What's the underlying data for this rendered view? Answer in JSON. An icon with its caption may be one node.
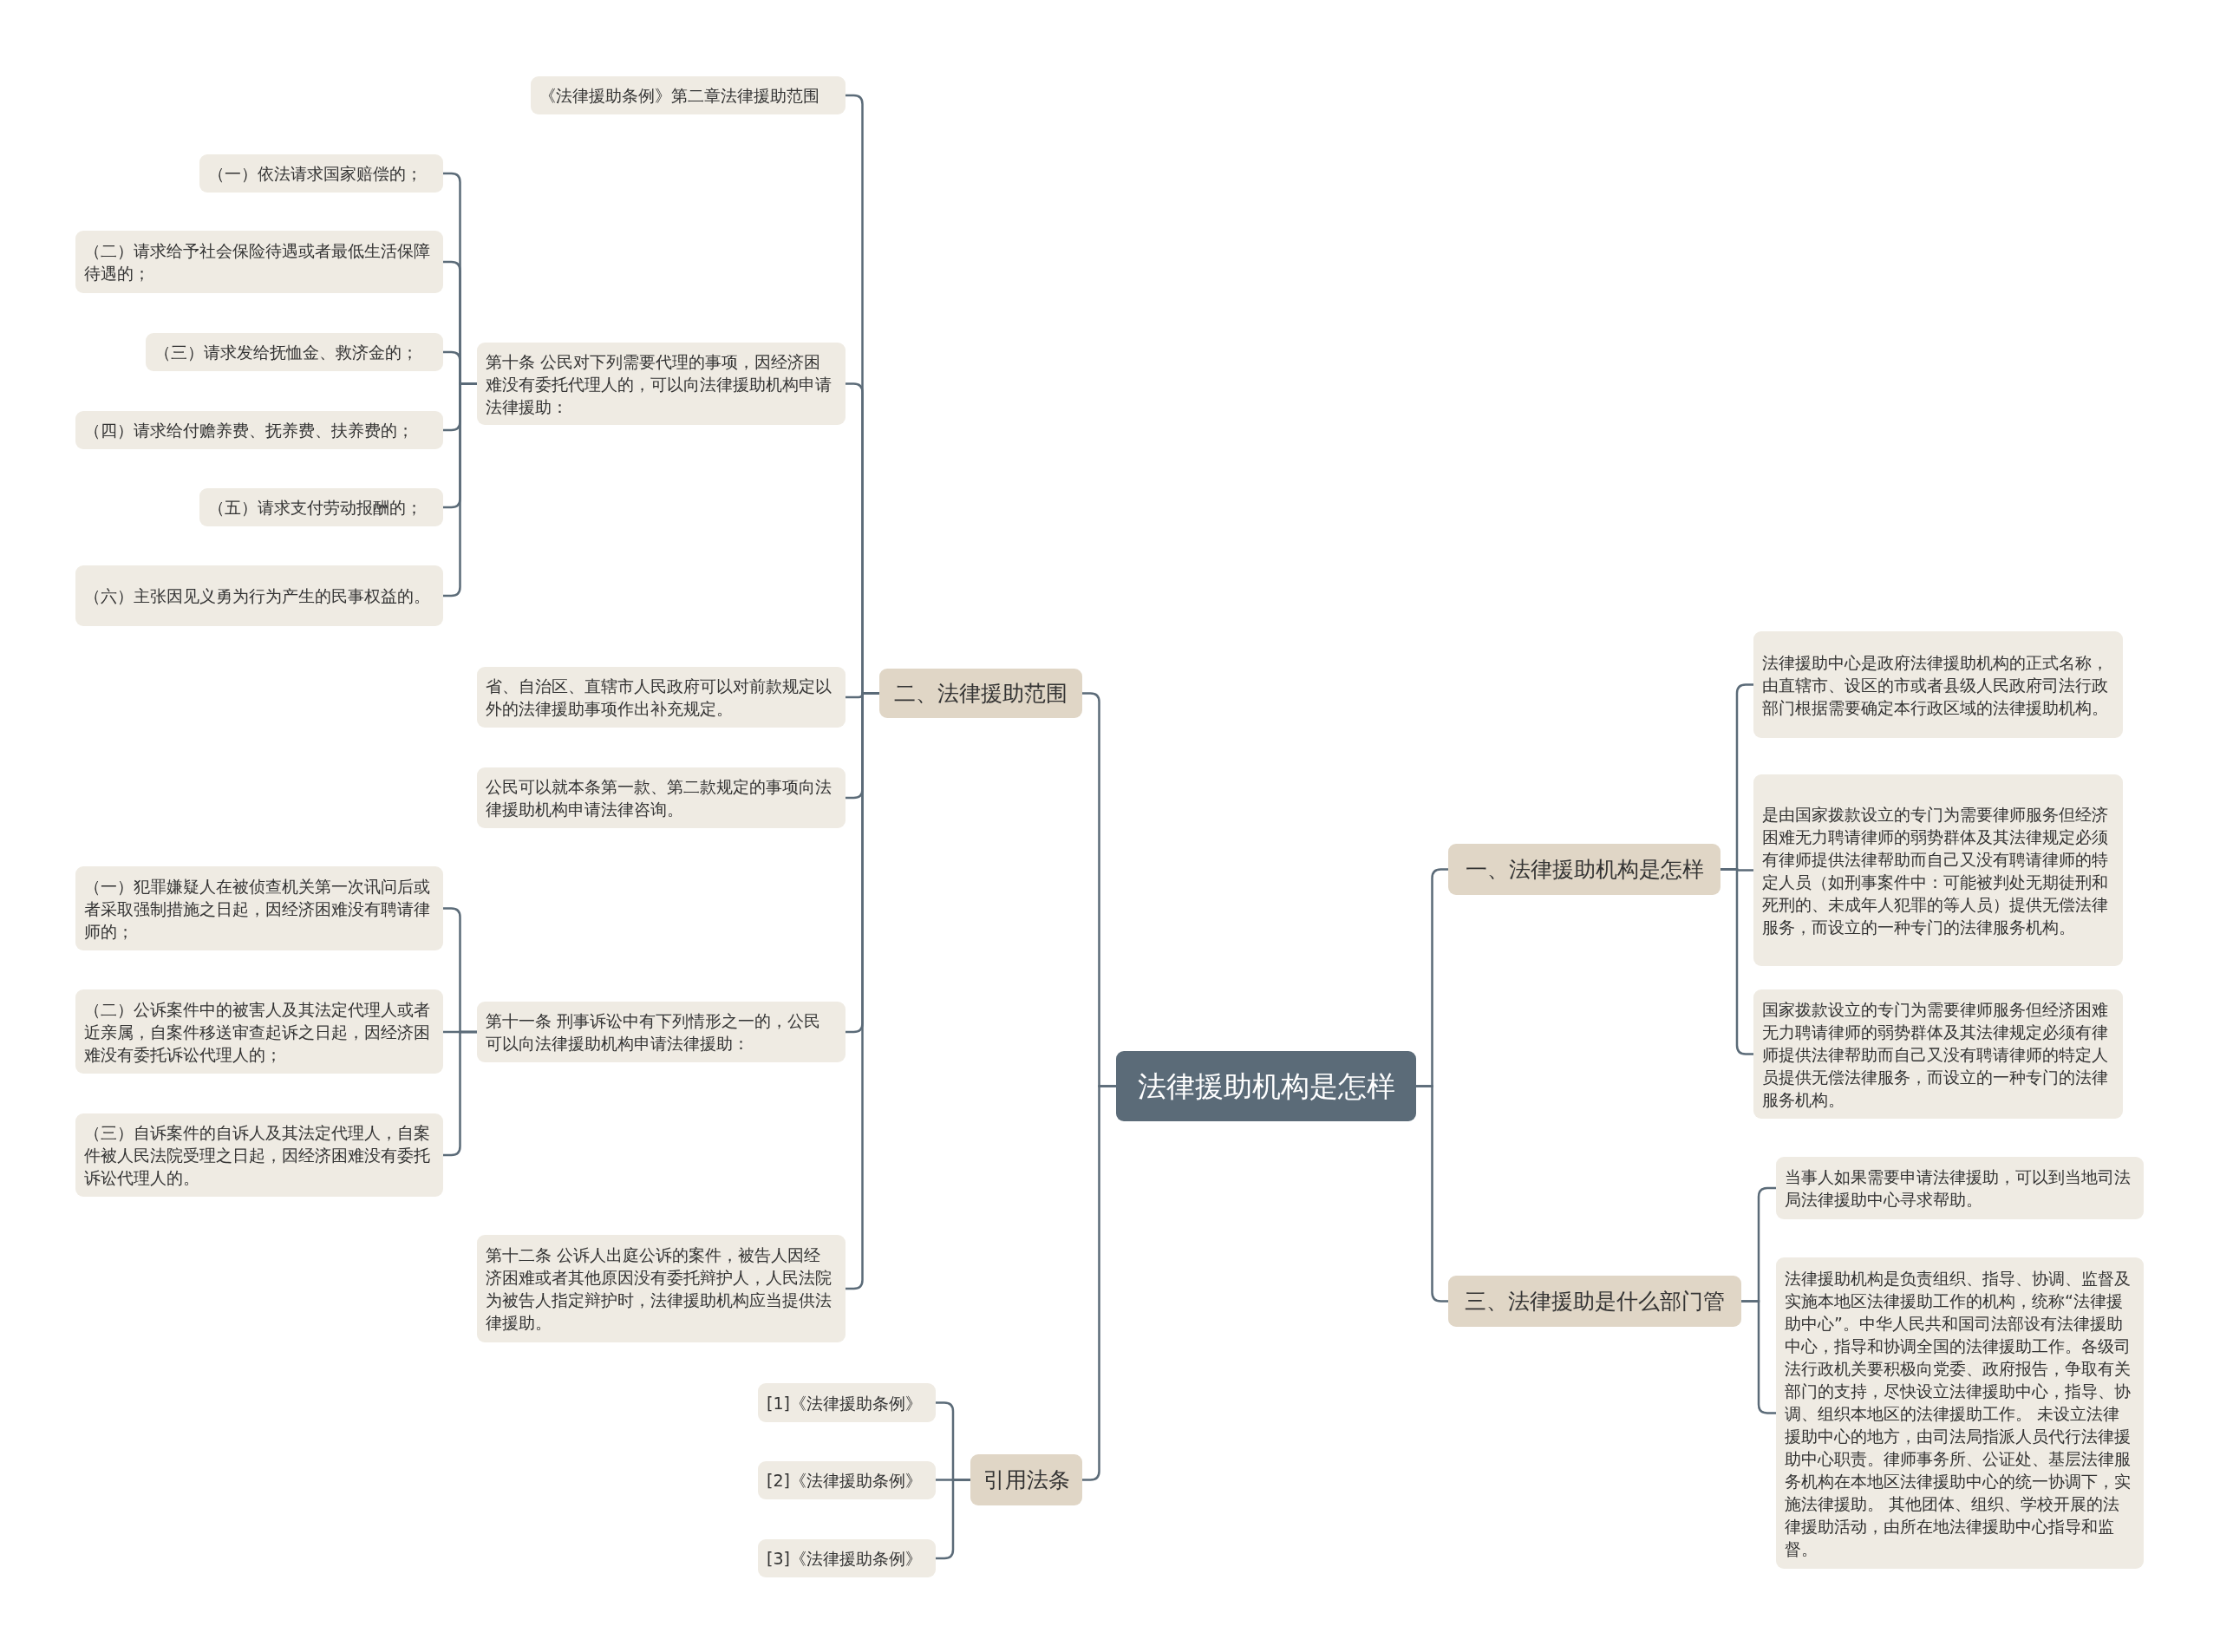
{
  "diagram": {
    "nodes": [
      {
        "text": [
          "法律援助机构是怎样"
        ]
      },
      {
        "text": [
          "二、法律援助范围"
        ]
      },
      {
        "text": [
          "《法律援助条例》第二章法律援助范围"
        ]
      },
      {
        "text": [
          "第十条 公民对下列需要代理的事项，因经济困难没有委托代理人的，可以向法律援助机构申请法律援助："
        ]
      },
      {
        "text": [
          "（一）依法请求国家赔偿的；"
        ]
      },
      {
        "text": [
          "（二）请求给予社会保险待遇或者最低生活保障待遇的；"
        ]
      },
      {
        "text": [
          "（三）请求发给抚恤金、救济金的；"
        ]
      },
      {
        "text": [
          "（四）请求给付赡养费、抚养费、扶养费的；"
        ]
      },
      {
        "text": [
          "（五）请求支付劳动报酬的；"
        ]
      },
      {
        "text": [
          "（六）主张因见义勇为行为产生的民事权益的。"
        ]
      },
      {
        "text": [
          "省、自治区、直辖市人民政府可以对前款规定以外的法律援助事项作出补充规定。"
        ]
      },
      {
        "text": [
          "公民可以就本条第一款、第二款规定的事项向法律援助机构申请法律咨询。"
        ]
      },
      {
        "text": [
          "第十一条 刑事诉讼中有下列情形之一的，公民可以向法律援助机构申请法律援助："
        ]
      },
      {
        "text": [
          "（一）犯罪嫌疑人在被侦查机关第一次讯问后或者采取强制措施之日起，因经济困难没有聘请律师的；"
        ]
      },
      {
        "text": [
          "（二）公诉案件中的被害人及其法定代理人或者近亲属，自案件移送审查起诉之日起，因经济困难没有委托诉讼代理人的；"
        ]
      },
      {
        "text": [
          "（三）自诉案件的自诉人及其法定代理人，自案件被人民法院受理之日起，因经济困难没有委托诉讼代理人的。"
        ]
      },
      {
        "text": [
          "第十二条 公诉人出庭公诉的案件，被告人因经济困难或者其他原因没有委托辩护人，人民法院为被告人指定辩护时，法律援助机构应当提供法律援助。"
        ]
      },
      {
        "text": [
          "引用法条"
        ]
      },
      {
        "text": [
          "[1]《法律援助条例》"
        ]
      },
      {
        "text": [
          "[2]《法律援助条例》"
        ]
      },
      {
        "text": [
          "[3]《法律援助条例》"
        ]
      },
      {
        "text": [
          "一、法律援助机构是怎样"
        ]
      },
      {
        "text": [
          "法律援助中心是政府法律援助机构的正式名称，由直辖市、设区的市或者县级人民政府司法行政部门根据需要确定本行政区域的法律援助机构。"
        ]
      },
      {
        "text": [
          "是由国家拨款设立的专门为需要律师服务但经济困难无力聘请律师的弱势群体及其法律规定必须有律师提供法律帮助而自己又没有聘请律师的特定人员（如刑事案件中：可能被判处无期徒刑和死刑的、未成年人犯罪的等人员）提供无偿法律服务，而设立的一种专门的法律服务机构。"
        ]
      },
      {
        "text": [
          "国家拨款设立的专门为需要律师服务但经济困难无力聘请律师的弱势群体及其法律规定必须有律师提供法律帮助而自己又没有聘请律师的特定人员提供无偿法律服务，而设立的一种专门的法律服务机构。"
        ]
      },
      {
        "text": [
          "三、法律援助是什么部门管"
        ]
      },
      {
        "text": [
          "当事人如果需要申请法律援助，可以到当地司法局法律援助中心寻求帮助。"
        ]
      },
      {
        "text": [
          "法律援助机构是负责组织、指导、协调、监督及实施本地区法律援助工作的机构，统称“法律援助中心”。中华人民共和国司法部设有法律援助中心，指导和协调全国的法律援助工作。各级司法行政机关要积极向党委、政府报告，争取有关部门的支持，尽快设立法律援助中心，指导、协调、组织本地区的法律援助工作。 未设立法律援助中心的地方，由司法局指派人员代行法律援助中心职责。律师事务所、公证处、基层法律服务机构在本地区法律援助中心的统一协调下，实施法律援助。 其他团体、组织、学校开展的法律援助活动，由所在地法律援助中心指导和监督。"
        ]
      }
    ],
    "edges": [
      {
        "from": 0,
        "to": 1,
        "arrow": "none"
      },
      {
        "from": 0,
        "to": 17,
        "arrow": "none"
      },
      {
        "from": 0,
        "to": 21,
        "arrow": "none"
      },
      {
        "from": 0,
        "to": 25,
        "arrow": "none"
      },
      {
        "from": 1,
        "to": 2,
        "arrow": "none"
      },
      {
        "from": 1,
        "to": 3,
        "arrow": "none"
      },
      {
        "from": 1,
        "to": 10,
        "arrow": "none"
      },
      {
        "from": 1,
        "to": 11,
        "arrow": "none"
      },
      {
        "from": 1,
        "to": 12,
        "arrow": "none"
      },
      {
        "from": 1,
        "to": 16,
        "arrow": "none"
      },
      {
        "from": 3,
        "to": 4,
        "arrow": "none"
      },
      {
        "from": 3,
        "to": 5,
        "arrow": "none"
      },
      {
        "from": 3,
        "to": 6,
        "arrow": "none"
      },
      {
        "from": 3,
        "to": 7,
        "arrow": "none"
      },
      {
        "from": 3,
        "to": 8,
        "arrow": "none"
      },
      {
        "from": 3,
        "to": 9,
        "arrow": "none"
      },
      {
        "from": 12,
        "to": 13,
        "arrow": "none"
      },
      {
        "from": 12,
        "to": 14,
        "arrow": "none"
      },
      {
        "from": 12,
        "to": 15,
        "arrow": "none"
      },
      {
        "from": 17,
        "to": 18,
        "arrow": "none"
      },
      {
        "from": 17,
        "to": 19,
        "arrow": "none"
      },
      {
        "from": 17,
        "to": 20,
        "arrow": "none"
      },
      {
        "from": 21,
        "to": 22,
        "arrow": "none"
      },
      {
        "from": 21,
        "to": 23,
        "arrow": "none"
      },
      {
        "from": 21,
        "to": 24,
        "arrow": "none"
      },
      {
        "from": 25,
        "to": 26,
        "arrow": "none"
      },
      {
        "from": 25,
        "to": 27,
        "arrow": "none"
      }
    ]
  }
}
